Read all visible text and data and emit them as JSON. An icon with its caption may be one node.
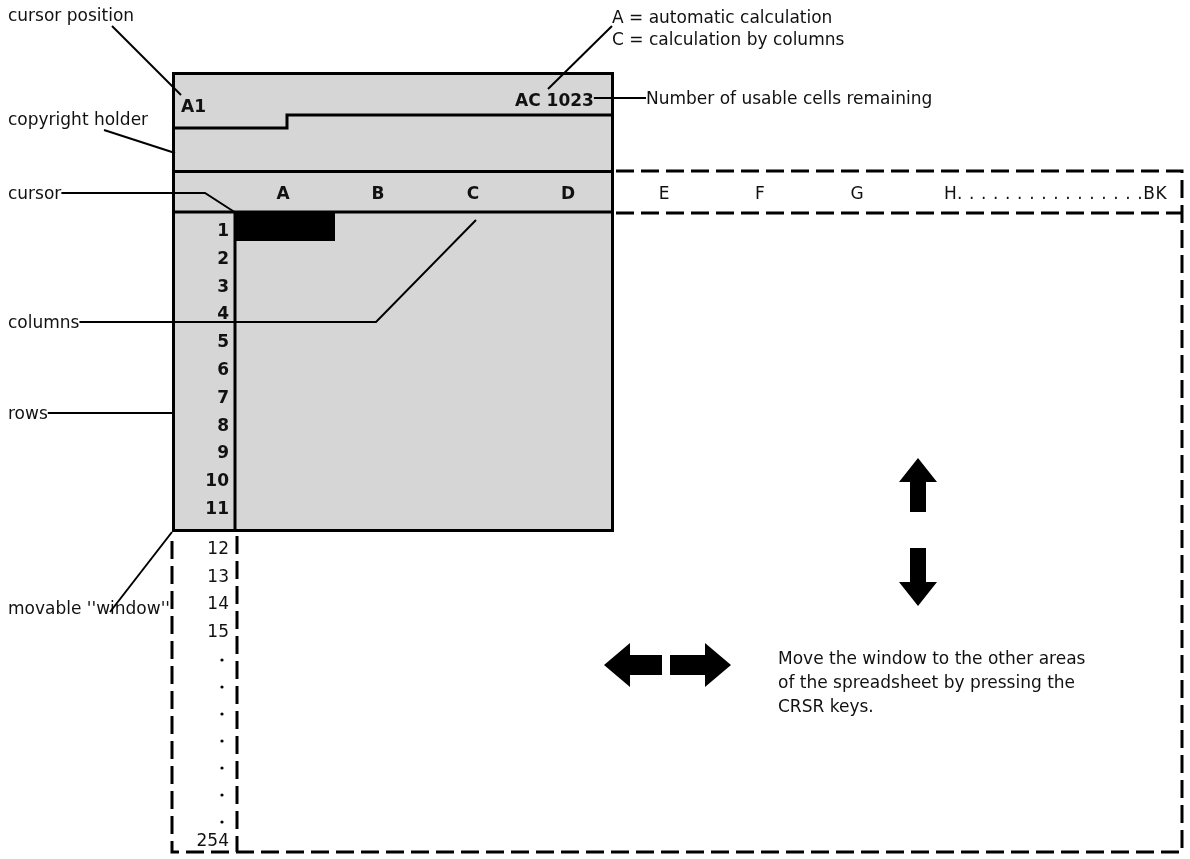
{
  "diagram": {
    "nodes": [
      {
        "text": [
          "cursor position"
        ]
      },
      {
        "text": [
          "A = automatic calculation",
          "C = calculation by columns"
        ]
      },
      {
        "text": [
          "Number of usable cells remaining"
        ]
      },
      {
        "text": [
          "copyright holder"
        ]
      },
      {
        "text": [
          "cursor"
        ]
      },
      {
        "text": [
          "columns"
        ]
      },
      {
        "text": [
          "rows"
        ]
      },
      {
        "text": [
          "movable ''window''"
        ]
      },
      {
        "text": [],
        "shape": "box"
      },
      {
        "text": [
          "A1"
        ],
        "in": 8
      },
      {
        "text": [
          "AC 1023"
        ],
        "in": 8
      },
      {
        "text": [],
        "shape": "box",
        "in": 8
      },
      {
        "text": [],
        "shape": "bar",
        "in": 8
      }
    ],
    "edges": [
      {
        "from": 0,
        "to": 9,
        "arrow": "none"
      },
      {
        "from": 1,
        "to": 10,
        "arrow": "none"
      },
      {
        "from": 2,
        "to": 10,
        "arrow": "none"
      },
      {
        "from": 3,
        "to": 11,
        "arrow": "none"
      },
      {
        "from": 4,
        "to": 12,
        "arrow": "none"
      },
      {
        "from": 5,
        "to": null,
        "arrow": "none"
      },
      {
        "from": 6,
        "to": 8,
        "arrow": "none"
      },
      {
        "from": 7,
        "to": 8,
        "arrow": "none"
      }
    ],
    "labels": [
      "A",
      "B",
      "C",
      "D",
      "E",
      "F",
      "G",
      "H. . . . . . . . . . . . . . . .BK",
      "1",
      "2",
      "3",
      "4",
      "5",
      "6",
      "7",
      "8",
      "9",
      "10",
      "11",
      "12",
      "13",
      "14",
      "15",
      "254",
      "Move the window to the other areas of the spreadsheet by pressing the CRSR keys."
    ]
  }
}
